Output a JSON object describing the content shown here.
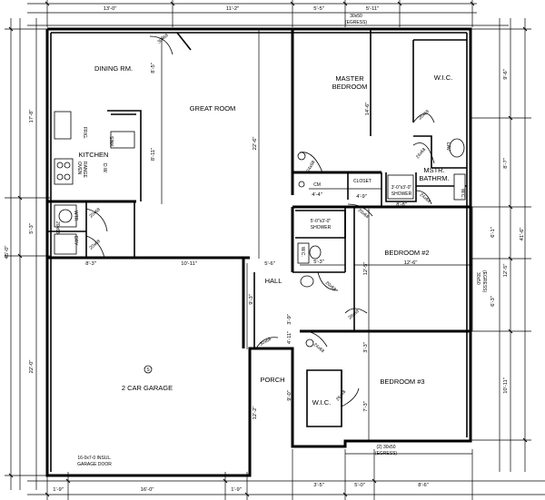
{
  "rooms": {
    "dining": "DINING RM.",
    "kitchen": "KITCHEN",
    "great": "GREAT ROOM",
    "master1": "MASTER",
    "master2": "BEDROOM",
    "wic_master": "W.I.C.",
    "mstr1": "MSTR.",
    "mstr2": "BATHRM.",
    "bed2": "BEDROOM #2",
    "bed3": "BEDROOM #3",
    "hall": "HALL",
    "porch": "PORCH",
    "wic_bed3": "W.I.C.",
    "garage": "2 CAR GARAGE",
    "closet": "CLOSET",
    "shower_master1": "3'-0\"x3'-0\"",
    "shower_master2": "SHOWER",
    "shower_hall1": "5'-0\"x3'-0\"",
    "shower_hall2": "SHOWER",
    "garage_door1": "16-0x7-0 INSUL.",
    "garage_door2": "GARAGE DOOR",
    "cm": "CM"
  },
  "labels": {
    "frig": "FRIG.",
    "sink": "SINK",
    "dw": "D.W.",
    "oven": "OVEN",
    "range": "RANGE",
    "wtr": "WTR",
    "dry": "DRY",
    "wc1": "W.C.",
    "wc2": "W.C.",
    "lav": "LAV",
    "s": "S"
  },
  "window_labels": {
    "top": "30x50",
    "top_egress": "(EGRESS)",
    "right": "30x50",
    "right_egress": "(EGRESS)",
    "bottom": "(2) 30x50",
    "bottom_egress": "(EGRESS)"
  },
  "doors": [
    "30x68",
    "20x68",
    "20x68",
    "24x68",
    "26x68",
    "24x68",
    "20x68",
    "28x68",
    "20x68",
    "24x68",
    "30x68",
    "26x68",
    "24x68",
    "20x68"
  ],
  "dimensions": {
    "top": [
      "13'-0\"",
      "11'-2\"",
      "5'-5\"",
      "5'-11\""
    ],
    "left_outer": "45'-0\"",
    "left_upper": "17'-8\"",
    "left_mid": "5'-3\"",
    "left_lower": "22'-0\"",
    "dining_h": "8'-5\"",
    "kitchen_h": "8'-11\"",
    "great_h": "22'-6\"",
    "master_h": "14'-6\"",
    "closet_w": "4'-4\"",
    "closet_w2": "4'-9\"",
    "mstr_w": "8'-8\"",
    "laundry_w": "8'-3\"",
    "garage_strip": "10'-11\"",
    "hall_w": "5'-6\"",
    "hall_bath_w": "5'-3\"",
    "hall_h": "9'-3\"",
    "hall_h2": "3'-9\"",
    "bed2_w": "12'-6\"",
    "bed2_h": "12'-5\"",
    "bed3_w1": "3'-3\"",
    "bed3_w2": "7'-3\"",
    "porch_h": "9'-0\"",
    "porch_h2": "12'-2\"",
    "entry_h": "4'-11\"",
    "right_total": "41'-6\"",
    "right_1": "9'-6\"",
    "right_2": "8'-7\"",
    "right_3": "6'-1\"",
    "right_4": "12'-5\"",
    "right_5": "6'-3\"",
    "right_6": "10'-11\"",
    "bottom_1": "1'-9\"",
    "bottom_2": "16'-0\"",
    "bottom_3": "1'-9\"",
    "bottom_4": "3'-5\"",
    "bottom_5": "5'-0\"",
    "bottom_6": "8'-6\""
  }
}
